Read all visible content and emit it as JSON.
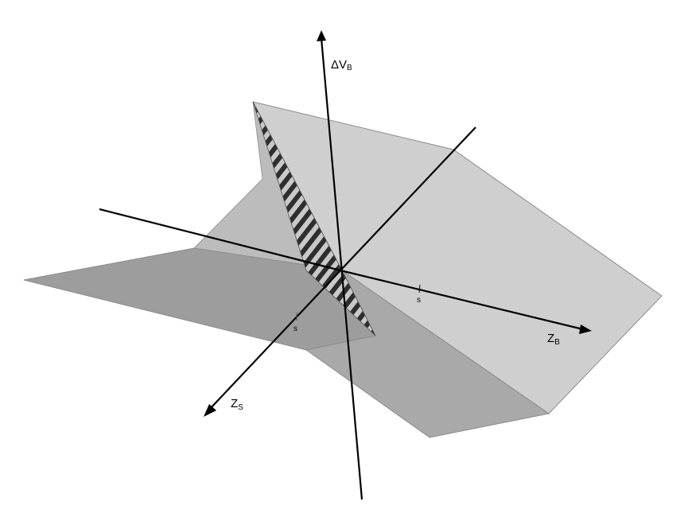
{
  "colors": {
    "background": "#ffffff",
    "plane_dark": "#9a9a9a",
    "plane_mid": "#bdbdbd",
    "plane_light": "#cfcfcf",
    "plane_edge": "#8c8c8c",
    "stripe_dark": "#2e2e2e",
    "stripe_light": "#c9c9c9",
    "axis": "#000000"
  },
  "axes": {
    "vertical": {
      "symbol": "ΔV",
      "subscript": "B"
    },
    "z_b": {
      "symbol": "Z",
      "subscript": "B"
    },
    "z_s": {
      "symbol": "Z",
      "subscript": "S"
    }
  },
  "ticks": {
    "z_b_tick": "s",
    "z_s_tick": "s"
  }
}
